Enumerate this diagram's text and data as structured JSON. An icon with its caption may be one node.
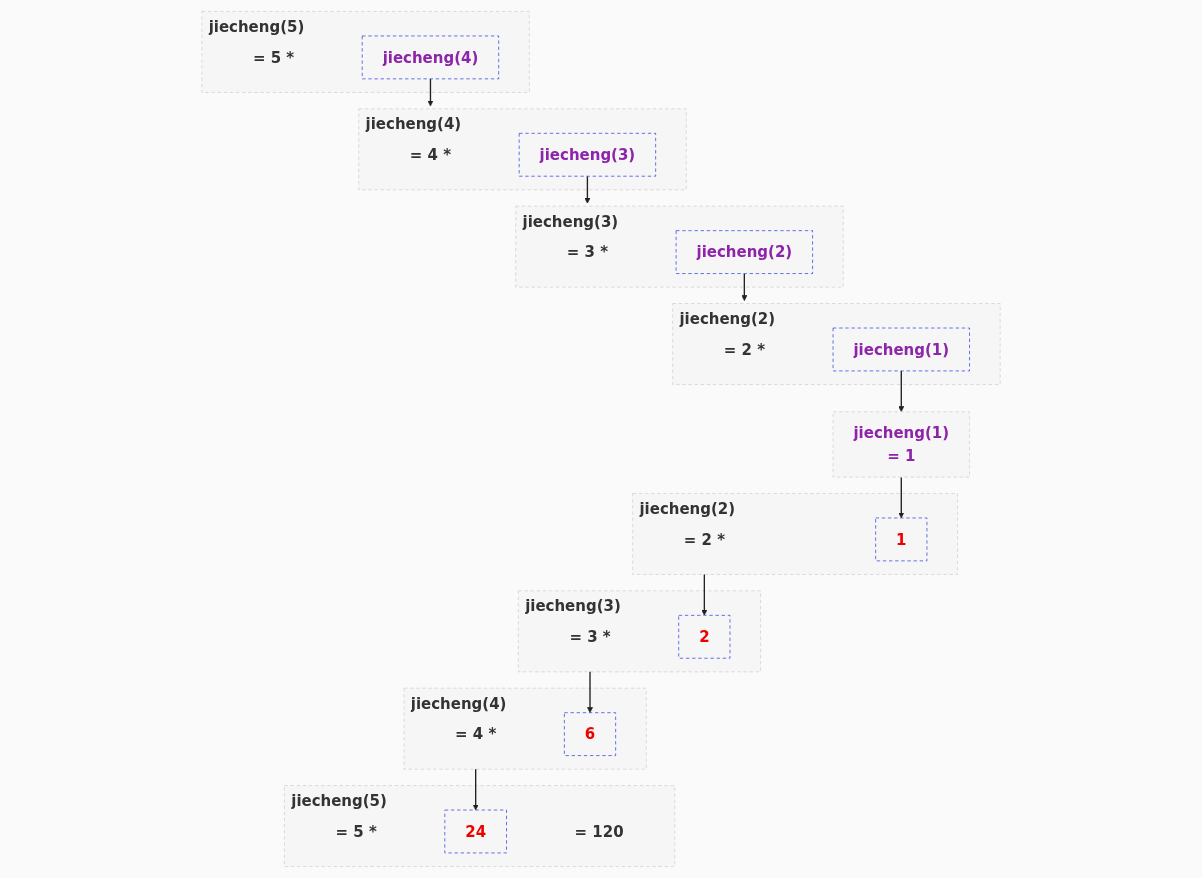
{
  "diagram": {
    "nodes": [
      {
        "text": [
          "jiecheng(5)",
          "= 5 *"
        ]
      },
      {
        "text": [
          "jiecheng(4)"
        ],
        "in": 0
      },
      {
        "text": [
          "jiecheng(4)",
          "= 4 *"
        ]
      },
      {
        "text": [
          "jiecheng(3)"
        ],
        "in": 2
      },
      {
        "text": [
          "jiecheng(3)",
          "= 3 *"
        ]
      },
      {
        "text": [
          "jiecheng(2)"
        ],
        "in": 4
      },
      {
        "text": [
          "jiecheng(2)",
          "= 2 *"
        ]
      },
      {
        "text": [
          "jiecheng(1)"
        ],
        "in": 6
      },
      {
        "text": [
          "jiecheng(1)",
          "= 1"
        ]
      },
      {
        "text": [
          "jiecheng(5)",
          "= 5 *",
          "= 120"
        ]
      },
      {
        "text": [
          "24"
        ],
        "in": 9
      },
      {
        "text": [
          "jiecheng(4)",
          "= 4 *"
        ]
      },
      {
        "text": [
          "6"
        ],
        "in": 11
      },
      {
        "text": [
          "jiecheng(3)",
          "= 3 *"
        ]
      },
      {
        "text": [
          "2"
        ],
        "in": 13
      },
      {
        "text": [
          "jiecheng(2)",
          "= 2 *"
        ]
      },
      {
        "text": [
          "1"
        ],
        "in": 15
      }
    ],
    "edges": [
      {
        "from": 1,
        "to": 2,
        "arrow": "to"
      },
      {
        "from": 3,
        "to": 4,
        "arrow": "to"
      },
      {
        "from": 5,
        "to": 6,
        "arrow": "to"
      },
      {
        "from": 7,
        "to": 8,
        "arrow": "to"
      },
      {
        "from": 8,
        "to": 16,
        "arrow": "to"
      },
      {
        "from": 15,
        "to": 14,
        "arrow": "to"
      },
      {
        "from": 13,
        "to": 12,
        "arrow": "to"
      },
      {
        "from": 11,
        "to": 10,
        "arrow": "to"
      }
    ]
  }
}
